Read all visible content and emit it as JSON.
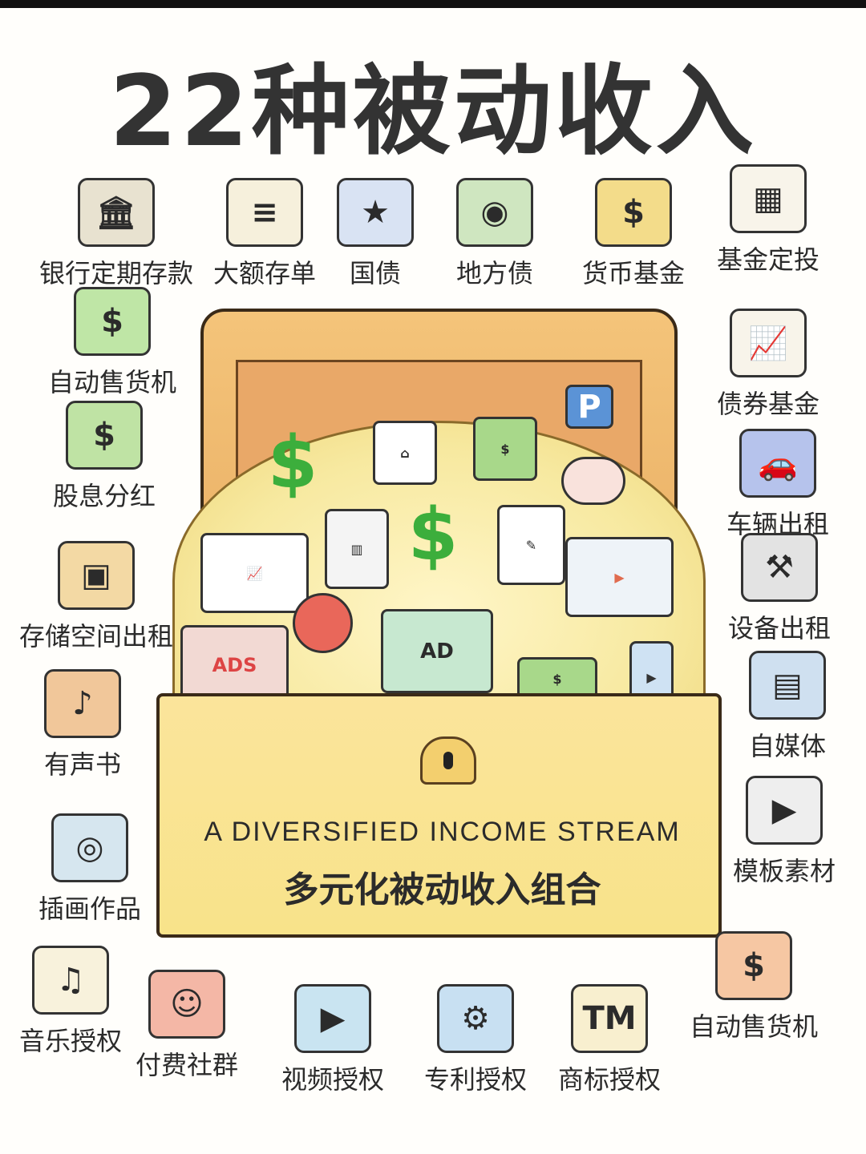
{
  "title": "22种被动收入",
  "chest": {
    "english": "A DIVERSIFIED INCOME STREAM",
    "chinese": "多元化被动收入组合",
    "inside": {
      "ad_label": "AD",
      "ads_label": "ADS",
      "parking_label": "P",
      "dollar": "$"
    }
  },
  "items": [
    {
      "label": "银行定期存款",
      "icon": "bank-clock-icon",
      "glyph": "🏛",
      "color": "#e8e2d0"
    },
    {
      "label": "大额存单",
      "icon": "certificate-icon",
      "glyph": "≡",
      "color": "#f6f0dc"
    },
    {
      "label": "国债",
      "icon": "flag-shield-icon",
      "glyph": "★",
      "color": "#d9e3f3"
    },
    {
      "label": "地方债",
      "icon": "map-pin-icon",
      "glyph": "◉",
      "color": "#cfe6c0"
    },
    {
      "label": "货币基金",
      "icon": "money-bag-icon",
      "glyph": "$",
      "color": "#f3dc8a"
    },
    {
      "label": "基金定投",
      "icon": "calendar-coin-icon",
      "glyph": "▦",
      "color": "#f8f4ea"
    },
    {
      "label": "自动售货机",
      "icon": "banknote-icon",
      "glyph": "$",
      "color": "#bfe6a6"
    },
    {
      "label": "股息分红",
      "icon": "money-tree-icon",
      "glyph": "$",
      "color": "#bfe3a4"
    },
    {
      "label": "存储空间出租",
      "icon": "storage-boxes-icon",
      "glyph": "▣",
      "color": "#f3d9a4"
    },
    {
      "label": "有声书",
      "icon": "headphones-book-icon",
      "glyph": "♪",
      "color": "#f1c79a"
    },
    {
      "label": "插画作品",
      "icon": "camera-photo-icon",
      "glyph": "◎",
      "color": "#d6e6ef"
    },
    {
      "label": "音乐授权",
      "icon": "music-scroll-icon",
      "glyph": "♫",
      "color": "#f8f2dc"
    },
    {
      "label": "付费社群",
      "icon": "community-icon",
      "glyph": "☺",
      "color": "#f4b7a6"
    },
    {
      "label": "视频授权",
      "icon": "video-camera-icon",
      "glyph": "▶",
      "color": "#c9e4f1"
    },
    {
      "label": "专利授权",
      "icon": "gear-bulb-icon",
      "glyph": "⚙",
      "color": "#c8e0f2"
    },
    {
      "label": "商标授权",
      "icon": "trademark-tag-icon",
      "glyph": "TM",
      "color": "#f8efcf"
    },
    {
      "label": "债券基金",
      "icon": "bond-chart-icon",
      "glyph": "📈",
      "color": "#f8f4ea"
    },
    {
      "label": "车辆出租",
      "icon": "car-key-icon",
      "glyph": "🚗",
      "color": "#b6c3ec"
    },
    {
      "label": "设备出租",
      "icon": "tools-icon",
      "glyph": "⚒",
      "color": "#e3e3e3"
    },
    {
      "label": "自媒体",
      "icon": "tablet-icon",
      "glyph": "▤",
      "color": "#cfe0f0"
    },
    {
      "label": "模板素材",
      "icon": "laptop-video-icon",
      "glyph": "▶",
      "color": "#eeeeee"
    },
    {
      "label": "自动售货机",
      "icon": "vending-machine-icon",
      "glyph": "$",
      "color": "#f6c7a3"
    }
  ]
}
